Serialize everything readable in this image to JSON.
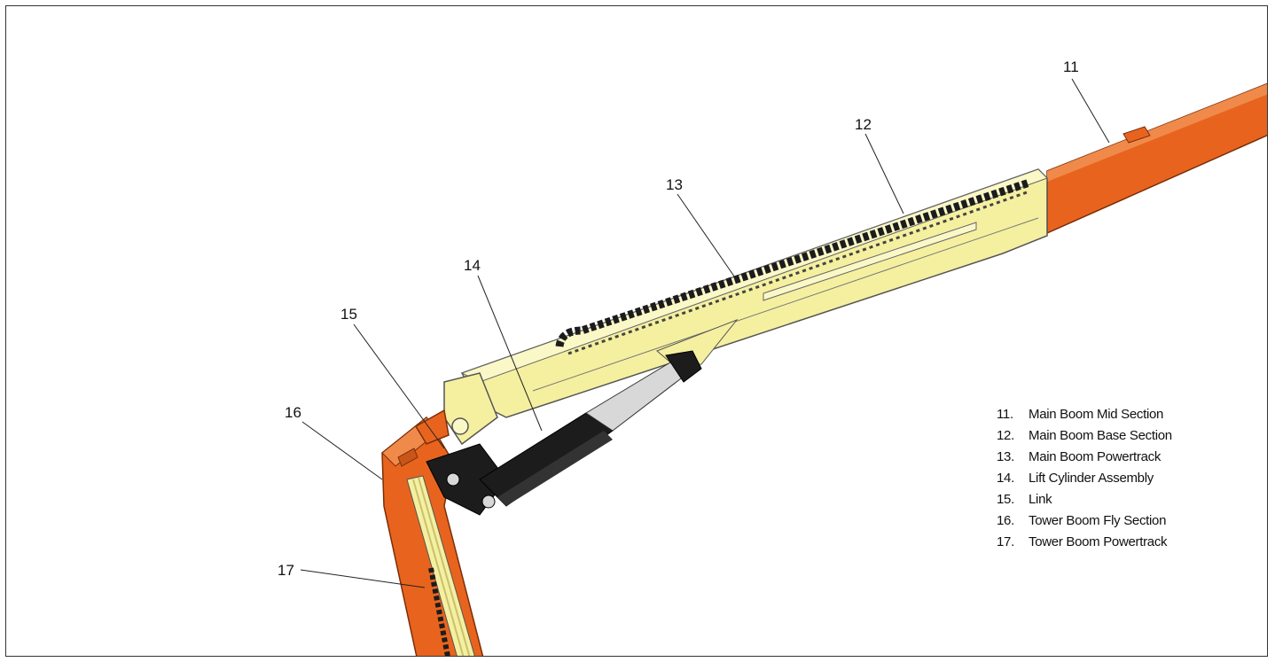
{
  "colors": {
    "orange": "#e8641e",
    "orange_dark": "#b84a12",
    "yellow": "#f5f0a0",
    "yellow_dark": "#c8c070",
    "black": "#1c1c1c",
    "silver": "#d8d8d8"
  },
  "callouts": [
    "11",
    "12",
    "13",
    "14",
    "15",
    "16",
    "17"
  ],
  "legend": [
    {
      "num": "11.",
      "label": "Main Boom Mid Section"
    },
    {
      "num": "12.",
      "label": "Main Boom Base Section"
    },
    {
      "num": "13.",
      "label": "Main Boom Powertrack"
    },
    {
      "num": "14.",
      "label": "Lift Cylinder Assembly"
    },
    {
      "num": "15.",
      "label": "Link"
    },
    {
      "num": "16.",
      "label": "Tower Boom Fly Section"
    },
    {
      "num": "17.",
      "label": "Tower Boom Powertrack"
    }
  ]
}
